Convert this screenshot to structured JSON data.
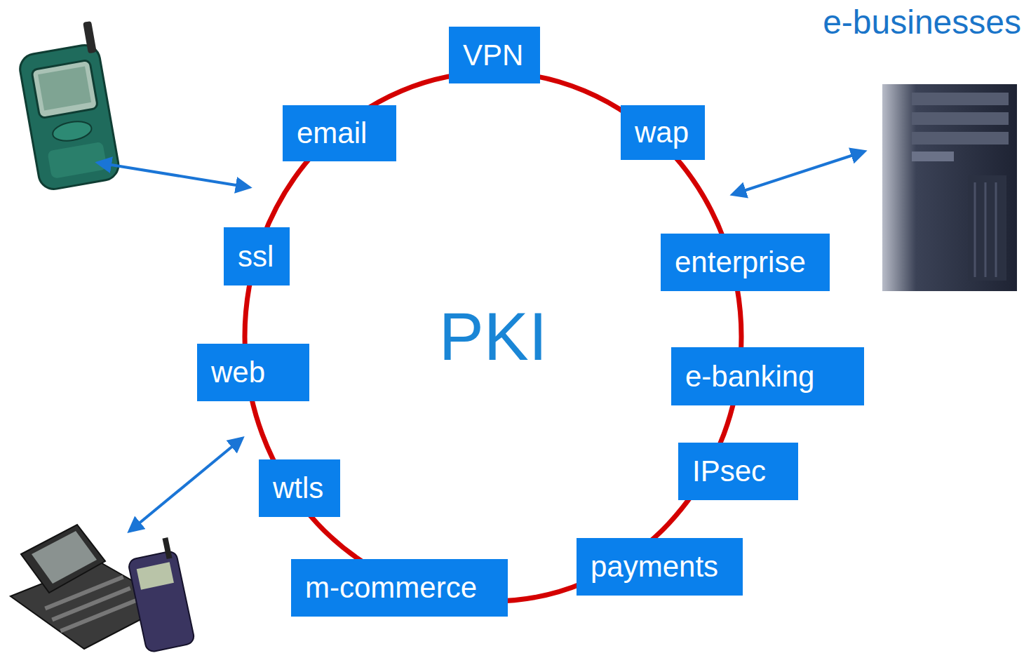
{
  "diagram": {
    "nodes": [
      {
        "text": [
          "PKI"
        ]
      },
      {
        "text": [
          "VPN"
        ]
      },
      {
        "text": [
          "email"
        ]
      },
      {
        "text": [
          "wap"
        ]
      },
      {
        "text": [
          "ssl"
        ]
      },
      {
        "text": [
          "enterprise"
        ]
      },
      {
        "text": [
          "web"
        ]
      },
      {
        "text": [
          "e-banking"
        ]
      },
      {
        "text": [
          "IPsec"
        ]
      },
      {
        "text": [
          "wtls"
        ]
      },
      {
        "text": [
          "payments"
        ]
      },
      {
        "text": [
          "m-commerce"
        ]
      }
    ],
    "labels": [
      "e-businesses"
    ]
  }
}
